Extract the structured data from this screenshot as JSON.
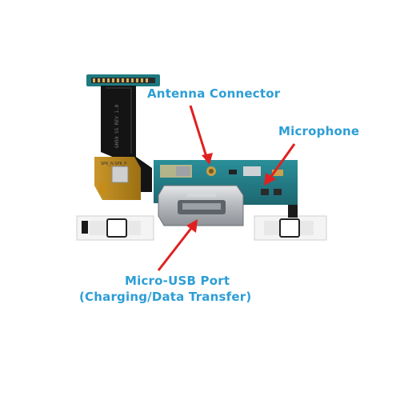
{
  "labels": {
    "antenna": "Antenna Connector",
    "microphone": "Microphone",
    "usb_line1": "Micro-USB Port",
    "usb_line2": "(Charging/Data Transfer)"
  },
  "colors": {
    "label_text": "#2d9ed6",
    "arrow": "#e02020",
    "pcb": "#1f6f78",
    "flex": "#a77a18",
    "ribbon": "#101010",
    "metal": "#b9bcc0",
    "background": "#ffffff"
  }
}
